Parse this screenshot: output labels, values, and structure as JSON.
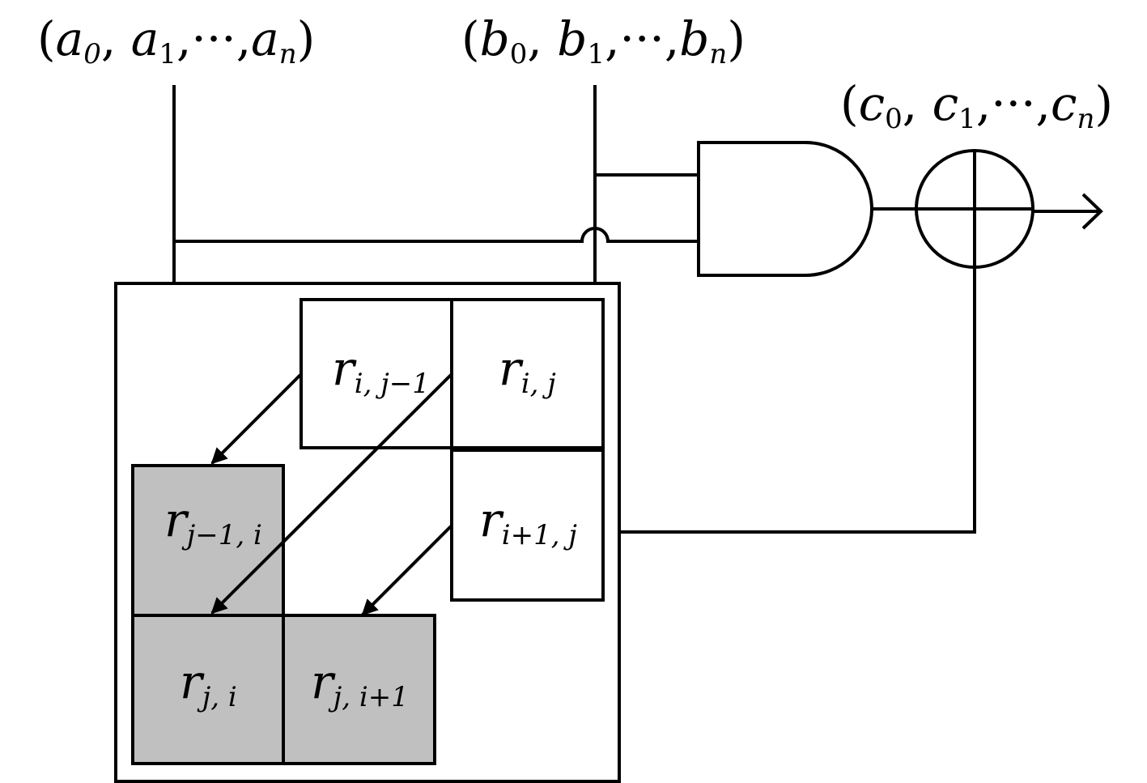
{
  "inputs": {
    "a": {
      "base": "a",
      "indices": [
        "0",
        "1",
        "n"
      ],
      "dots": "···"
    },
    "b": {
      "base": "b",
      "indices": [
        "0",
        "1",
        "n"
      ],
      "dots": "···"
    }
  },
  "output": {
    "base": "c",
    "indices": [
      "0",
      "1",
      "n"
    ],
    "dots": "···"
  },
  "cells": [
    {
      "id": "r-i-jm1",
      "base": "r",
      "sub": "i, j−1",
      "shaded": false
    },
    {
      "id": "r-i-j",
      "base": "r",
      "sub": "i, j",
      "shaded": false
    },
    {
      "id": "r-ip1-j",
      "base": "r",
      "sub": "i+1, j",
      "shaded": false
    },
    {
      "id": "r-jm1-i",
      "base": "r",
      "sub": "j−1, i",
      "shaded": true
    },
    {
      "id": "r-j-i",
      "base": "r",
      "sub": "j, i",
      "shaded": true
    },
    {
      "id": "r-j-ip1",
      "base": "r",
      "sub": "j, i+1",
      "shaded": true
    }
  ],
  "gates": {
    "and_gate": "and-gate-icon",
    "xor_gate": "xor-circle-plus-icon"
  },
  "colors": {
    "shaded_cell": "#c0c0c0",
    "line": "#000000",
    "background": "#ffffff"
  }
}
